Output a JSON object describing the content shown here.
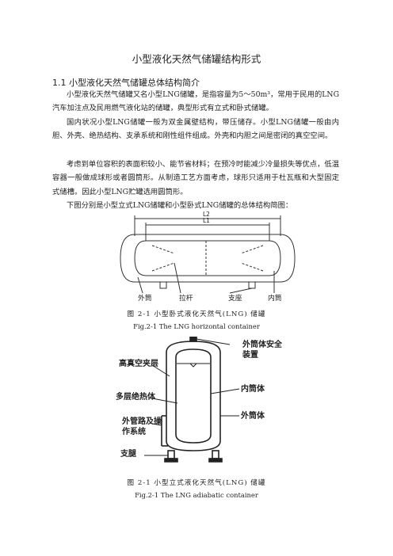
{
  "doc": {
    "title": "小型液化天然气储罐结构形式",
    "section": "1.1  小型液化天然气储罐总体结构简介",
    "paragraphs": [
      "小型液化天然气储罐又名小型LNG储罐，是指容量为5～50m³，常用于民用的LNG汽车加注点及民用燃气液化站的储罐，典型形式有立式和卧式储罐。",
      "国内状况小型LNG储罐一般为双金属壁结构，带压储存。小型LNG储罐一般由内胆、外壳、绝热结构、支承系统和刚性组件组成。外壳和内胆之间是密闭的真空空间。",
      "考虑到单位容积的表面积较小、能节省材料；在预冷时能减少冷量损失等优点，低温容器一般做成球形或者圆筒形。从制造工艺方面考虑，球形只适用于杜瓦瓶和大型固定式储槽。因此小型LNG贮罐选用圆筒形。",
      "下图分别是小型立式LNG储罐和小型卧式LNG储罐的总体结构简图："
    ]
  },
  "figure1": {
    "dim_l2": "L2",
    "dim_l1": "L1",
    "labels": [
      "外筒",
      "拉杆",
      "支座",
      "内筒"
    ],
    "caption_cn": "图 2-1  小型卧式液化天然气(LNG) 储罐",
    "caption_en": "Fig.2-1 The LNG horizontal container"
  },
  "figure2": {
    "labels_left": [
      "高真空夹层",
      "多层绝热体",
      "外管路及操作系统",
      "支腿"
    ],
    "labels_right": [
      "外筒体安全装置",
      "内筒体",
      "外筒体"
    ],
    "caption_cn": "图 2-1  小型立式液化天然气(LNG) 储罐",
    "caption_en": "Fig.2-1 The LNG adiabatic container"
  }
}
